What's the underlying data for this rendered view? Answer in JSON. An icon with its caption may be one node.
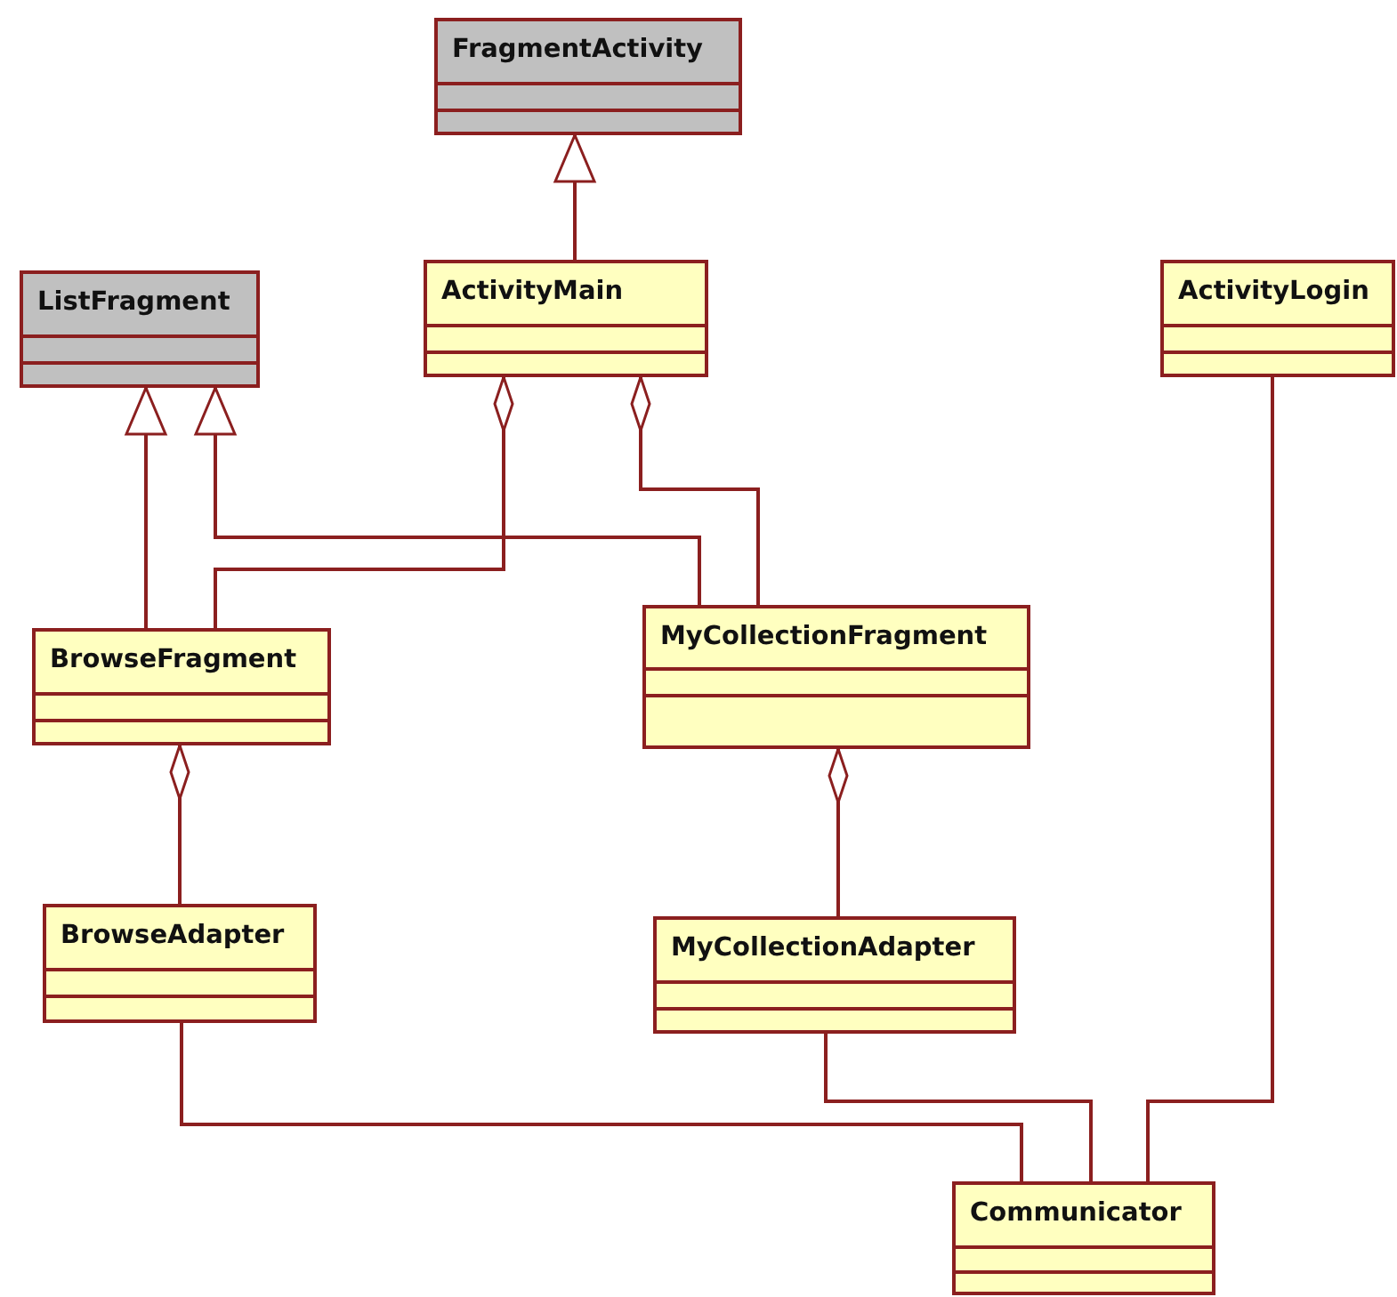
{
  "diagram": {
    "nodes": [
      {
        "text": [
          "FragmentActivity"
        ]
      },
      {
        "text": [
          "ListFragment"
        ]
      },
      {
        "text": [
          "ActivityMain"
        ]
      },
      {
        "text": [
          "ActivityLogin"
        ]
      },
      {
        "text": [
          "BrowseFragment"
        ]
      },
      {
        "text": [
          "MyCollectionFragment"
        ]
      },
      {
        "text": [
          "BrowseAdapter"
        ]
      },
      {
        "text": [
          "MyCollectionAdapter"
        ]
      },
      {
        "text": [
          "Communicator"
        ]
      }
    ],
    "edges": [
      {
        "from": 2,
        "to": 0,
        "arrow": "to"
      },
      {
        "from": 4,
        "to": 1,
        "arrow": "to"
      },
      {
        "from": 5,
        "to": 1,
        "arrow": "to"
      },
      {
        "from": 2,
        "to": 4,
        "arrow": "other"
      },
      {
        "from": 2,
        "to": 5,
        "arrow": "other"
      },
      {
        "from": 4,
        "to": 6,
        "arrow": "other"
      },
      {
        "from": 5,
        "to": 7,
        "arrow": "other"
      },
      {
        "from": 6,
        "to": 8,
        "arrow": "none"
      },
      {
        "from": 7,
        "to": 8,
        "arrow": "none"
      },
      {
        "from": 3,
        "to": 8,
        "arrow": "none"
      }
    ]
  }
}
